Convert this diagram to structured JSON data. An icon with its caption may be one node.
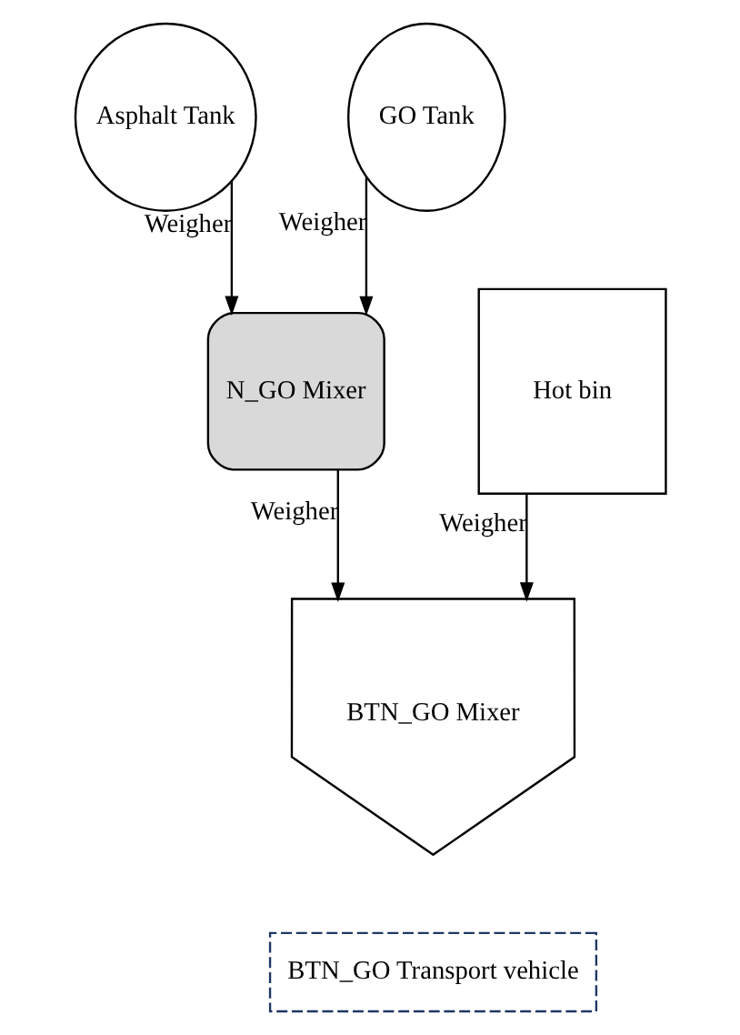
{
  "diagram": {
    "nodes": [
      {
        "text": [
          "Asphalt Tank"
        ]
      },
      {
        "text": [
          "GO Tank"
        ]
      },
      {
        "text": [
          "N_GO Mixer"
        ]
      },
      {
        "text": [
          "Hot bin"
        ]
      },
      {
        "text": [
          "BTN_GO Mixer"
        ]
      },
      {
        "text": [
          "BTN_GO Transport vehicle"
        ]
      }
    ],
    "edges": [
      {
        "from": 0,
        "to": 2,
        "arrow": "to",
        "label": "Weigher"
      },
      {
        "from": 1,
        "to": 2,
        "arrow": "to",
        "label": "Weigher"
      },
      {
        "from": 3,
        "to": 4,
        "arrow": "to",
        "label": "Weigher"
      },
      {
        "from": 2,
        "to": 4,
        "arrow": "to",
        "label": "Weigher"
      }
    ]
  }
}
